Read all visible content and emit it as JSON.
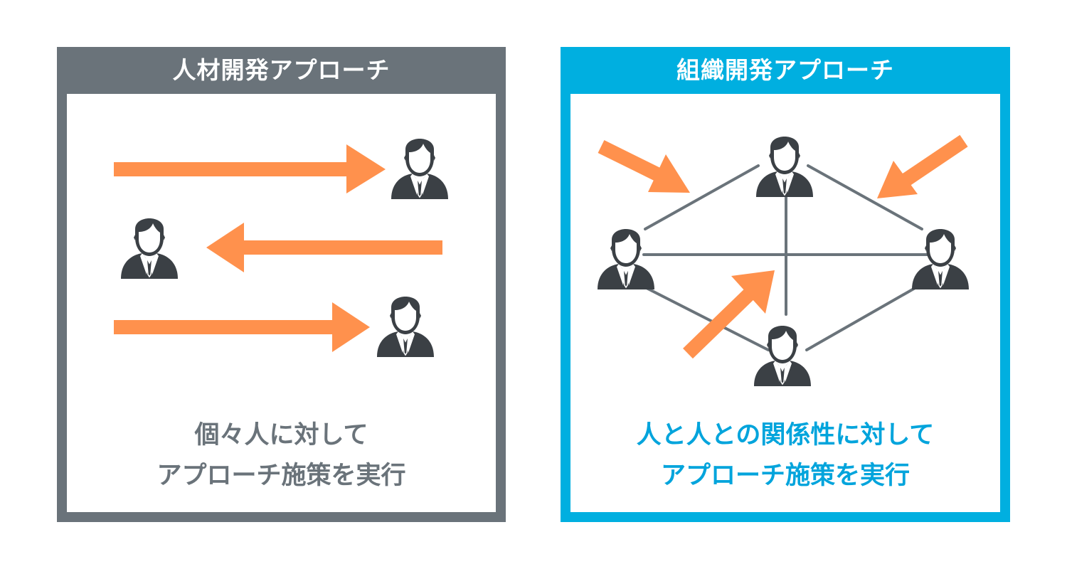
{
  "left": {
    "title": "人材開発アプローチ",
    "caption_line1": "個々人に対して",
    "caption_line2": "アプローチ施策を実行"
  },
  "right": {
    "title": "組織開発アプローチ",
    "caption_line1": "人と人との関係性に対して",
    "caption_line2": "アプローチ施策を実行"
  },
  "colors": {
    "gray_frame": "#6a737a",
    "blue_frame": "#00afe0",
    "arrow": "#ff914d",
    "person": "#3b4045",
    "network_line": "#6a737a"
  },
  "icons": {
    "person": "businessperson-icon",
    "arrow": "arrow-icon"
  }
}
